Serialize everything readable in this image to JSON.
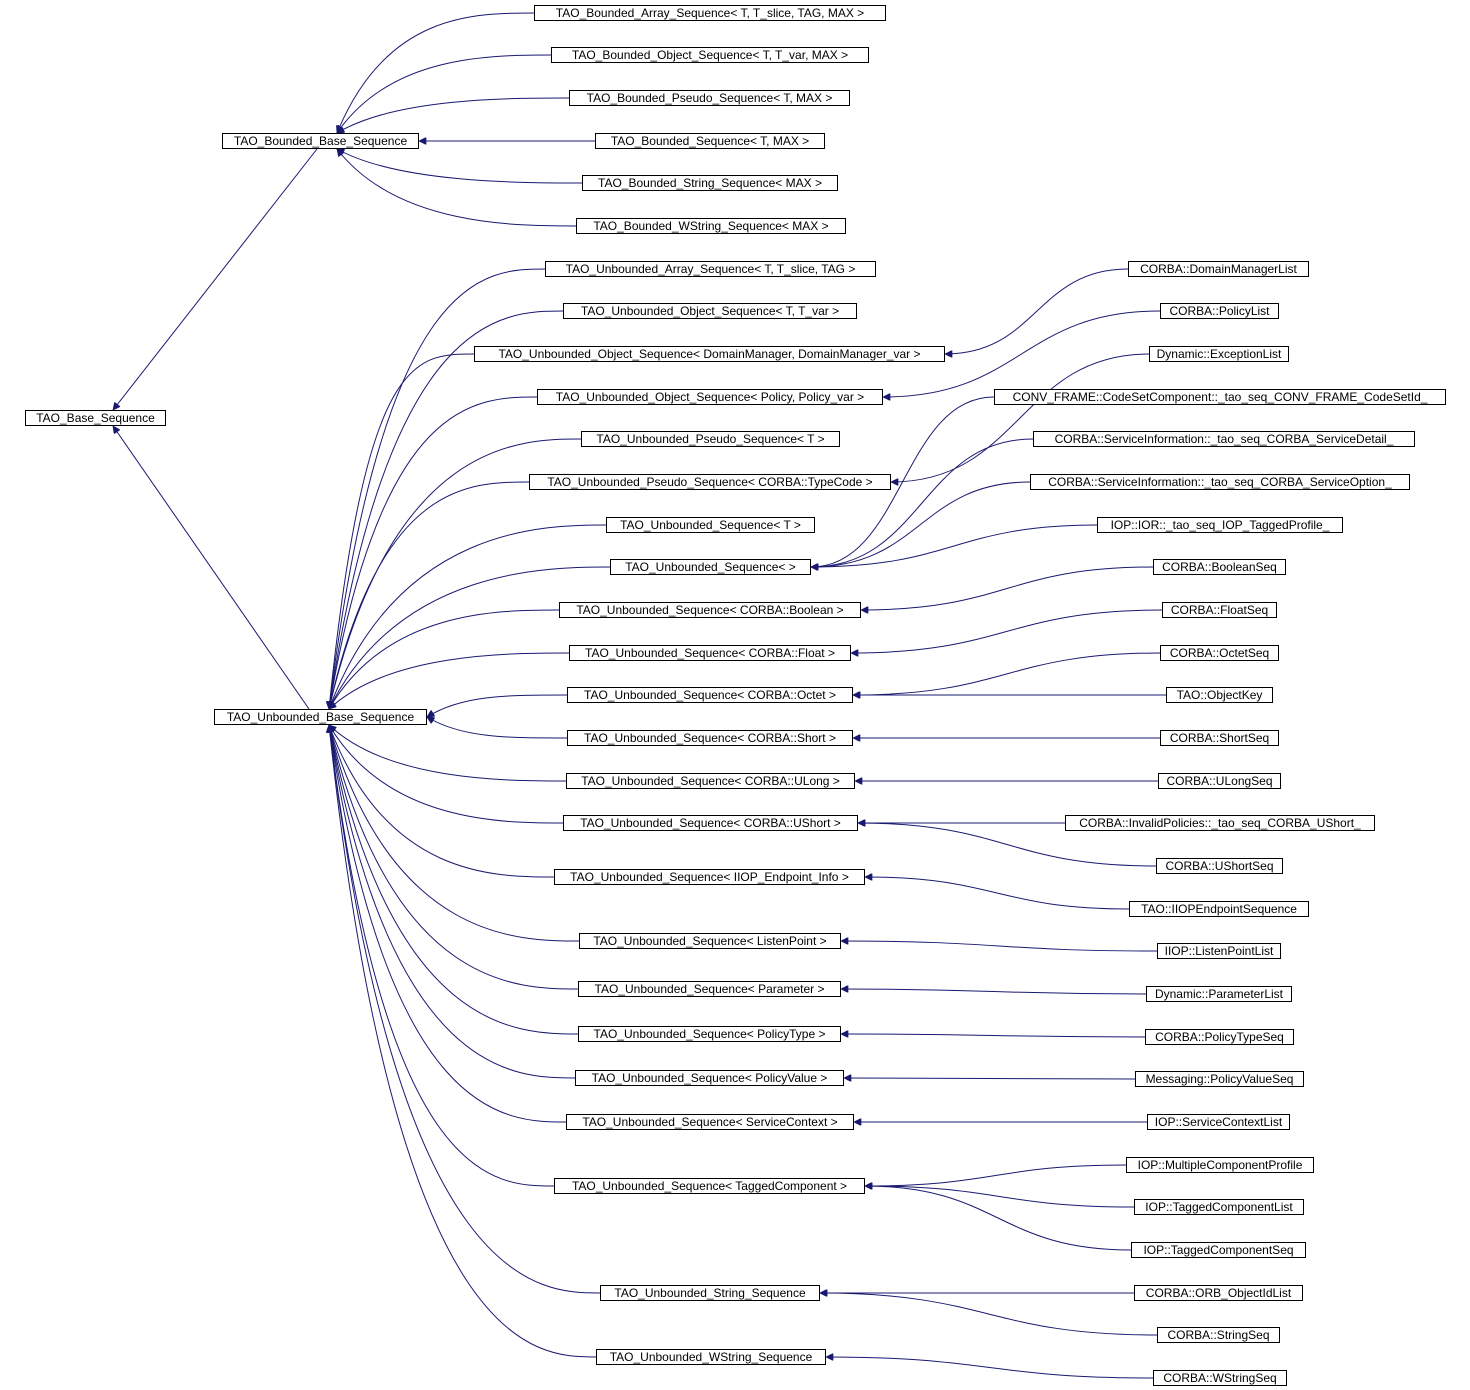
{
  "colors": {
    "edge": "#191970",
    "border": "#000000",
    "background": "#ffffff"
  },
  "nodes": [
    {
      "id": "base",
      "label": "TAO_Base_Sequence"
    },
    {
      "id": "bbase",
      "label": "TAO_Bounded_Base_Sequence"
    },
    {
      "id": "ubase",
      "label": "TAO_Unbounded_Base_Sequence"
    },
    {
      "id": "b1",
      "label": "TAO_Bounded_Array_Sequence< T, T_slice, TAG, MAX >"
    },
    {
      "id": "b2",
      "label": "TAO_Bounded_Object_Sequence< T, T_var, MAX >"
    },
    {
      "id": "b3",
      "label": "TAO_Bounded_Pseudo_Sequence< T, MAX >"
    },
    {
      "id": "b4",
      "label": "TAO_Bounded_Sequence< T, MAX >"
    },
    {
      "id": "b5",
      "label": "TAO_Bounded_String_Sequence< MAX >"
    },
    {
      "id": "b6",
      "label": "TAO_Bounded_WString_Sequence< MAX >"
    },
    {
      "id": "u1",
      "label": "TAO_Unbounded_Array_Sequence< T, T_slice, TAG >"
    },
    {
      "id": "u2",
      "label": "TAO_Unbounded_Object_Sequence< T, T_var >"
    },
    {
      "id": "u3",
      "label": "TAO_Unbounded_Object_Sequence< DomainManager, DomainManager_var >"
    },
    {
      "id": "u4",
      "label": "TAO_Unbounded_Object_Sequence< Policy, Policy_var >"
    },
    {
      "id": "u5",
      "label": "TAO_Unbounded_Pseudo_Sequence< T >"
    },
    {
      "id": "u6",
      "label": "TAO_Unbounded_Pseudo_Sequence< CORBA::TypeCode >"
    },
    {
      "id": "u7",
      "label": "TAO_Unbounded_Sequence< T >"
    },
    {
      "id": "u8",
      "label": "TAO_Unbounded_Sequence<  >"
    },
    {
      "id": "u9",
      "label": "TAO_Unbounded_Sequence< CORBA::Boolean >"
    },
    {
      "id": "u10",
      "label": "TAO_Unbounded_Sequence< CORBA::Float >"
    },
    {
      "id": "u11",
      "label": "TAO_Unbounded_Sequence< CORBA::Octet >"
    },
    {
      "id": "u12",
      "label": "TAO_Unbounded_Sequence< CORBA::Short >"
    },
    {
      "id": "u13",
      "label": "TAO_Unbounded_Sequence< CORBA::ULong >"
    },
    {
      "id": "u14",
      "label": "TAO_Unbounded_Sequence< CORBA::UShort >"
    },
    {
      "id": "u15",
      "label": "TAO_Unbounded_Sequence< IIOP_Endpoint_Info >"
    },
    {
      "id": "u16",
      "label": "TAO_Unbounded_Sequence< ListenPoint >"
    },
    {
      "id": "u17",
      "label": "TAO_Unbounded_Sequence< Parameter >"
    },
    {
      "id": "u18",
      "label": "TAO_Unbounded_Sequence< PolicyType >"
    },
    {
      "id": "u19",
      "label": "TAO_Unbounded_Sequence< PolicyValue >"
    },
    {
      "id": "u20",
      "label": "TAO_Unbounded_Sequence< ServiceContext >"
    },
    {
      "id": "u21",
      "label": "TAO_Unbounded_Sequence< TaggedComponent >"
    },
    {
      "id": "u22",
      "label": "TAO_Unbounded_String_Sequence"
    },
    {
      "id": "u23",
      "label": "TAO_Unbounded_WString_Sequence"
    },
    {
      "id": "r1",
      "label": "CORBA::DomainManagerList"
    },
    {
      "id": "r2",
      "label": "CORBA::PolicyList"
    },
    {
      "id": "r3",
      "label": "Dynamic::ExceptionList"
    },
    {
      "id": "r4",
      "label": "CONV_FRAME::CodeSetComponent::_tao_seq_CONV_FRAME_CodeSetId_"
    },
    {
      "id": "r5",
      "label": "CORBA::ServiceInformation::_tao_seq_CORBA_ServiceDetail_"
    },
    {
      "id": "r6",
      "label": "CORBA::ServiceInformation::_tao_seq_CORBA_ServiceOption_"
    },
    {
      "id": "r7",
      "label": "IOP::IOR::_tao_seq_IOP_TaggedProfile_"
    },
    {
      "id": "r8",
      "label": "CORBA::BooleanSeq"
    },
    {
      "id": "r9",
      "label": "CORBA::FloatSeq"
    },
    {
      "id": "r10",
      "label": "CORBA::OctetSeq"
    },
    {
      "id": "r11",
      "label": "TAO::ObjectKey"
    },
    {
      "id": "r12",
      "label": "CORBA::ShortSeq"
    },
    {
      "id": "r13",
      "label": "CORBA::ULongSeq"
    },
    {
      "id": "r14",
      "label": "CORBA::InvalidPolicies::_tao_seq_CORBA_UShort_"
    },
    {
      "id": "r15",
      "label": "CORBA::UShortSeq"
    },
    {
      "id": "r16",
      "label": "TAO::IIOPEndpointSequence"
    },
    {
      "id": "r17",
      "label": "IIOP::ListenPointList"
    },
    {
      "id": "r18",
      "label": "Dynamic::ParameterList"
    },
    {
      "id": "r19",
      "label": "CORBA::PolicyTypeSeq"
    },
    {
      "id": "r20",
      "label": "Messaging::PolicyValueSeq"
    },
    {
      "id": "r21",
      "label": "IOP::ServiceContextList"
    },
    {
      "id": "r22",
      "label": "IOP::MultipleComponentProfile"
    },
    {
      "id": "r23",
      "label": "IOP::TaggedComponentList"
    },
    {
      "id": "r24",
      "label": "IOP::TaggedComponentSeq"
    },
    {
      "id": "r25",
      "label": "CORBA::ORB_ObjectIdList"
    },
    {
      "id": "r26",
      "label": "CORBA::StringSeq"
    },
    {
      "id": "r27",
      "label": "CORBA::WStringSeq"
    }
  ],
  "edges": [
    [
      "bbase",
      "base"
    ],
    [
      "ubase",
      "base"
    ],
    [
      "b1",
      "bbase"
    ],
    [
      "b2",
      "bbase"
    ],
    [
      "b3",
      "bbase"
    ],
    [
      "b4",
      "bbase"
    ],
    [
      "b5",
      "bbase"
    ],
    [
      "b6",
      "bbase"
    ],
    [
      "u1",
      "ubase"
    ],
    [
      "u2",
      "ubase"
    ],
    [
      "u3",
      "ubase"
    ],
    [
      "u4",
      "ubase"
    ],
    [
      "u5",
      "ubase"
    ],
    [
      "u6",
      "ubase"
    ],
    [
      "u7",
      "ubase"
    ],
    [
      "u8",
      "ubase"
    ],
    [
      "u9",
      "ubase"
    ],
    [
      "u10",
      "ubase"
    ],
    [
      "u11",
      "ubase"
    ],
    [
      "u12",
      "ubase"
    ],
    [
      "u13",
      "ubase"
    ],
    [
      "u14",
      "ubase"
    ],
    [
      "u15",
      "ubase"
    ],
    [
      "u16",
      "ubase"
    ],
    [
      "u17",
      "ubase"
    ],
    [
      "u18",
      "ubase"
    ],
    [
      "u19",
      "ubase"
    ],
    [
      "u20",
      "ubase"
    ],
    [
      "u21",
      "ubase"
    ],
    [
      "u22",
      "ubase"
    ],
    [
      "u23",
      "ubase"
    ],
    [
      "r1",
      "u3"
    ],
    [
      "r2",
      "u4"
    ],
    [
      "r3",
      "u6"
    ],
    [
      "r4",
      "u8"
    ],
    [
      "r5",
      "u8"
    ],
    [
      "r6",
      "u8"
    ],
    [
      "r7",
      "u8"
    ],
    [
      "r8",
      "u9"
    ],
    [
      "r9",
      "u10"
    ],
    [
      "r10",
      "u11"
    ],
    [
      "r11",
      "u11"
    ],
    [
      "r12",
      "u12"
    ],
    [
      "r13",
      "u13"
    ],
    [
      "r14",
      "u14"
    ],
    [
      "r15",
      "u14"
    ],
    [
      "r16",
      "u15"
    ],
    [
      "r17",
      "u16"
    ],
    [
      "r18",
      "u17"
    ],
    [
      "r19",
      "u18"
    ],
    [
      "r20",
      "u19"
    ],
    [
      "r21",
      "u20"
    ],
    [
      "r22",
      "u21"
    ],
    [
      "r23",
      "u21"
    ],
    [
      "r24",
      "u21"
    ],
    [
      "r25",
      "u22"
    ],
    [
      "r26",
      "u22"
    ],
    [
      "r27",
      "u23"
    ]
  ]
}
